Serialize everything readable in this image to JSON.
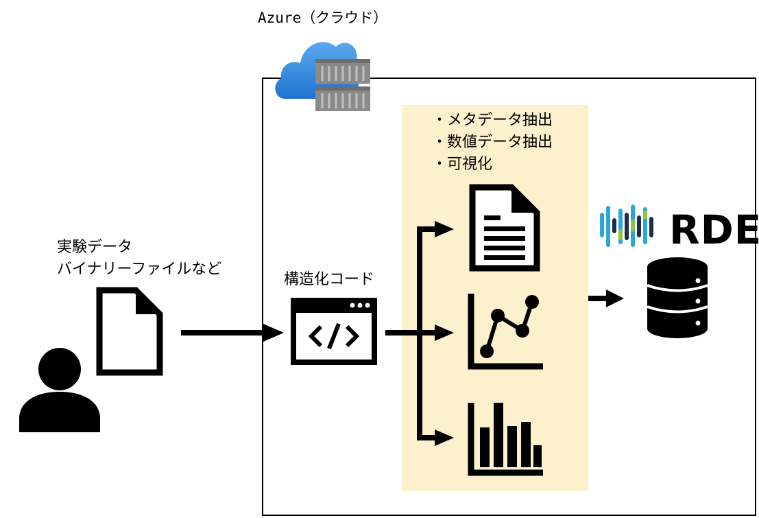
{
  "cloud_label": "Azure（クラウド）",
  "input": {
    "lines": [
      "実験データ",
      "バイナリーファイルなど"
    ]
  },
  "code_label": "構造化コード",
  "features": [
    "・メタデータ抽出",
    "・数値データ抽出",
    "・可視化"
  ],
  "rde_logo_text": "RDE",
  "colors": {
    "panel": "#fdf0cc",
    "cloud_blue": "#2f87dd",
    "container_gray": "#7a7a7a",
    "logo_blue": "#2aa6dc",
    "logo_green": "#8cc540",
    "logo_dark": "#1f2b4a"
  },
  "icons": {
    "cloud": "azure-cloud-container-icon",
    "user": "user-icon",
    "input_file": "file-icon",
    "code": "code-window-icon",
    "document": "document-icon",
    "line_chart": "line-chart-icon",
    "bar_chart": "bar-chart-icon",
    "database": "database-icon",
    "rde_logo": "rde-logo-icon"
  }
}
